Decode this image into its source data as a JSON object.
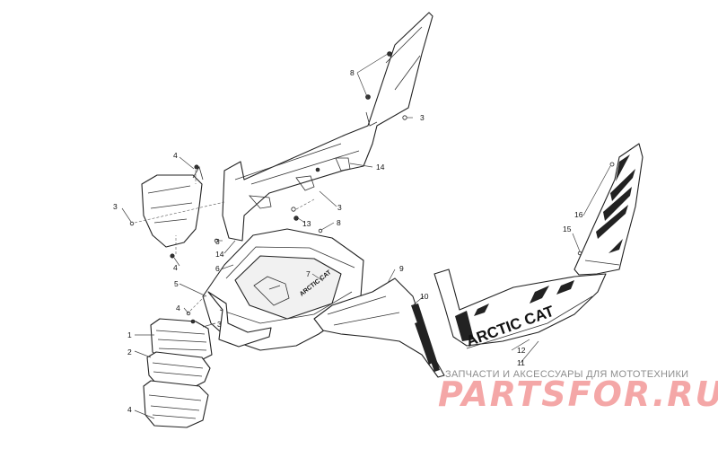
{
  "callouts": {
    "c1": "1",
    "c2": "2",
    "c3a": "3",
    "c3b": "3",
    "c3c": "3",
    "c3d": "3",
    "c3e": "3",
    "c4a": "4",
    "c4b": "4",
    "c4c": "4",
    "c4d": "4",
    "c5": "5",
    "c6": "6",
    "c7": "7",
    "c8a": "8",
    "c8b": "8",
    "c9": "9",
    "c10": "10",
    "c11": "11",
    "c12": "12",
    "c13": "13",
    "c14a": "14",
    "c14b": "14",
    "c15": "15",
    "c16": "16"
  },
  "decals": {
    "arctic_cat_panel": "ARCTIC CAT",
    "arctic_cat_hood": "ARCTIC CAT"
  },
  "watermark": {
    "subtitle": "ЗАПЧАСТИ И АКСЕССУАРЫ ДЛЯ МОТОТЕХНИКИ",
    "brand": "PARTSFOR.RU"
  }
}
